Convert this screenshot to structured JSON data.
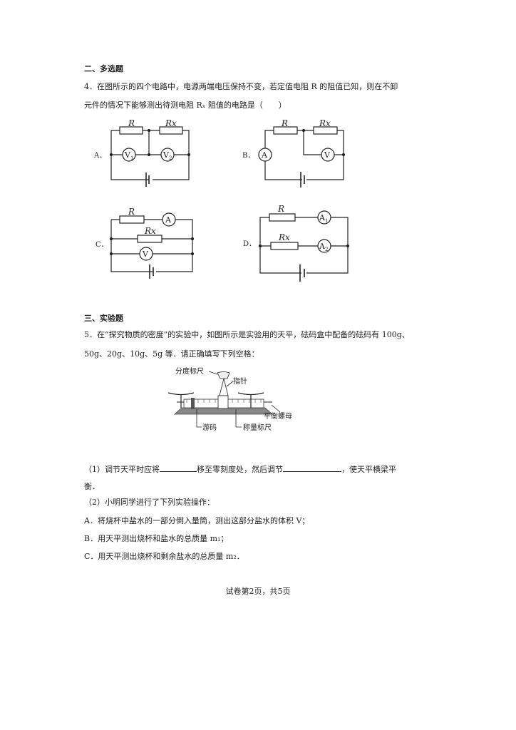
{
  "section2": {
    "heading": "二、多选题"
  },
  "q4": {
    "line1": "4．在图所示的四个电路中，电源两端电压保持不变，若定值电阻 R 的阻值已知，则在不卸",
    "line2": "元件的情况下能够测出待测电阻 Rₓ 阻值的电路是（　　）",
    "circuits": {
      "A": {
        "label": "A．",
        "r": "R",
        "rx": "Rx",
        "m1": "V",
        "m1sub": "1",
        "m2": "V",
        "m2sub": "2"
      },
      "B": {
        "label": "B．",
        "r": "R",
        "rx": "Rx",
        "m1": "A",
        "m2": "V"
      },
      "C": {
        "label": "C．",
        "r": "R",
        "rx": "Rx",
        "m1": "A",
        "m2": "V"
      },
      "D": {
        "label": "D．",
        "r": "R",
        "rx": "Rx",
        "m1": "A",
        "m1sub": "1",
        "m2": "A",
        "m2sub": "2"
      }
    }
  },
  "section3": {
    "heading": "三、实验题"
  },
  "q5": {
    "line1": "5．在“探究物质的密度”的实验中，如图所示是实验用的天平，砝码盒中配备的砝码有 100g、",
    "line2": "50g、20g、10g、5g 等．请正确填写下列空格：",
    "balance_labels": {
      "scale": "分度标尺",
      "pointer": "指针",
      "nut": "平衡螺母",
      "rider": "游码",
      "beam": "称量标尺"
    },
    "p1_a": "（1）调节天平时应将",
    "p1_b": "移至零刻度处，然后调节",
    "p1_c": "，使天平横梁平",
    "p1_d": "衡．",
    "p2": "（2）小明同学进行了下列实验操作：",
    "stepA": "A．将烧杯中盐水的一部分倒入量筒，测出这部分盐水的体积 V；",
    "stepB": "B．用天平测出烧杯和盐水的总质量 m₁；",
    "stepC": "C．用天平测出烧杯和剩余盐水的总质量 m₂．"
  },
  "footer": "试卷第2页，共5页"
}
